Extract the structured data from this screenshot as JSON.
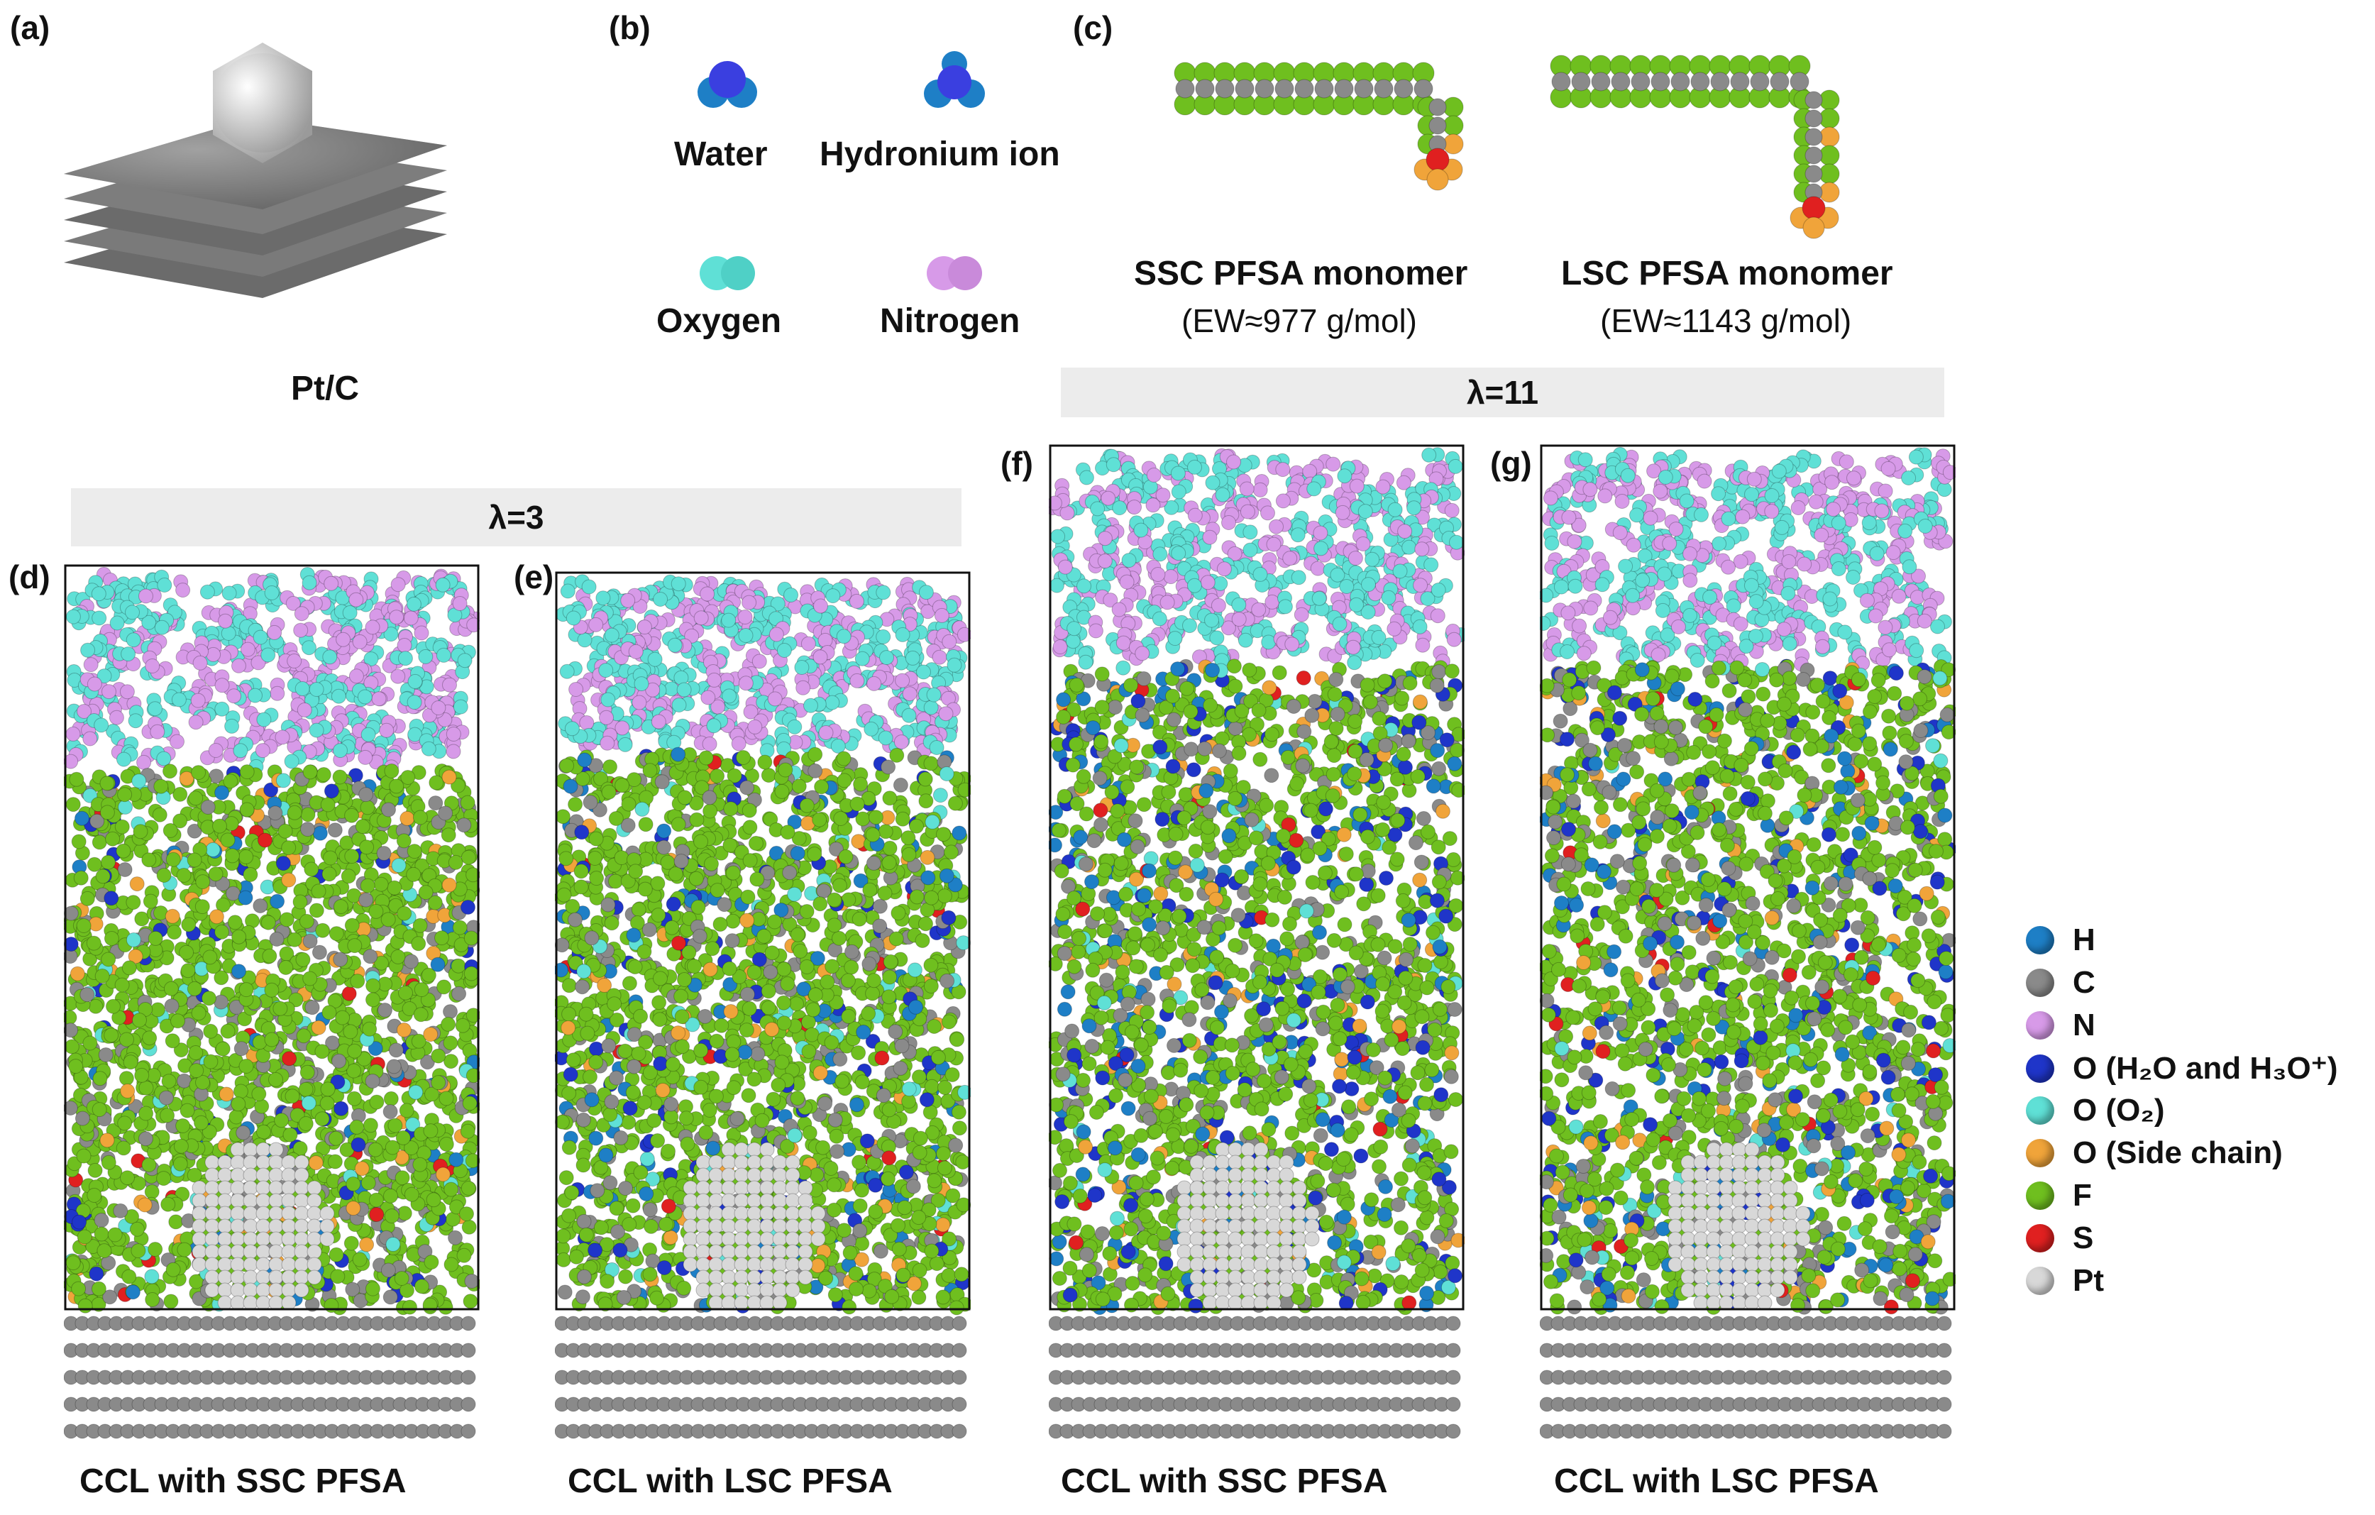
{
  "panels": {
    "a": "(a)",
    "b": "(b)",
    "c": "(c)",
    "d": "(d)",
    "e": "(e)",
    "f": "(f)",
    "g": "(g)"
  },
  "panel_a": {
    "caption": "Pt/C"
  },
  "panel_b": {
    "water": "Water",
    "hydronium": "Hydronium ion",
    "oxygen": "Oxygen",
    "nitrogen": "Nitrogen"
  },
  "panel_c": {
    "ssc_title": "SSC PFSA monomer",
    "ssc_ew": "(EW≈977 g/mol)",
    "lsc_title": "LSC PFSA monomer",
    "lsc_ew": "(EW≈1143 g/mol)"
  },
  "banners": {
    "lambda3": "λ=3",
    "lambda11": "λ=11"
  },
  "captions": {
    "d": "CCL with SSC PFSA",
    "e": "CCL with LSC PFSA",
    "f": "CCL with SSC PFSA",
    "g": "CCL with LSC PFSA"
  },
  "legend": [
    {
      "label": "H",
      "color": "#1e7fc6"
    },
    {
      "label": "C",
      "color": "#8a8a8a"
    },
    {
      "label": "N",
      "color": "#d79ae8"
    },
    {
      "label": "O (H₂O and H₃O⁺)",
      "color": "#1f35c9"
    },
    {
      "label": "O (O₂)",
      "color": "#5fe0d6"
    },
    {
      "label": "O (Side chain)",
      "color": "#f0a43a"
    },
    {
      "label": "F",
      "color": "#6fbf1f"
    },
    {
      "label": "S",
      "color": "#e02020"
    },
    {
      "label": "Pt",
      "color": "#d8d8d8"
    }
  ]
}
